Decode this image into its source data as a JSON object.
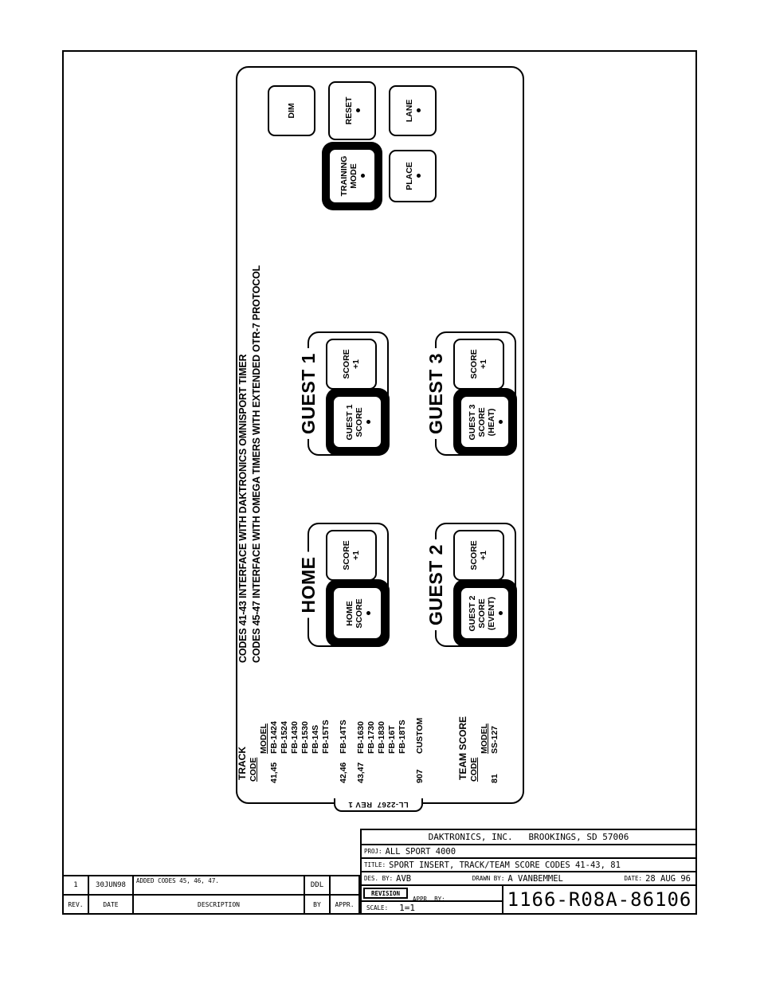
{
  "colors": {
    "ink": "#000000",
    "paper": "#ffffff"
  },
  "insert": {
    "part_number": "LL-2267  REV 1",
    "notes": [
      "CODES 41-43 INTERFACE WITH DAKTRONICS OMNISPORT TIMER",
      "CODES 45-47 INTERFACE WITH OMEGA TIMERS WITH EXTENDED OTR-7 PROTOCOL"
    ],
    "keys": {
      "dim": "DIM",
      "reset": "RESET",
      "lane": "LANE",
      "training_mode": "TRAINING\nMODE",
      "place": "PLACE"
    },
    "groups": [
      {
        "name": "HOME",
        "score_key": "HOME\nSCORE",
        "plus_key": "SCORE\n+1"
      },
      {
        "name": "GUEST 1",
        "score_key": "GUEST 1\nSCORE",
        "plus_key": "SCORE\n+1"
      },
      {
        "name": "GUEST 2",
        "score_key": "GUEST 2\nSCORE\n(EVENT)",
        "plus_key": "SCORE\n+1"
      },
      {
        "name": "GUEST 3",
        "score_key": "GUEST 3\nSCORE\n(HEAT)",
        "plus_key": "SCORE\n+1"
      }
    ],
    "track_table": {
      "title": "TRACK",
      "col_headers": [
        "CODE",
        "MODEL"
      ],
      "rows": [
        {
          "code": "41,45",
          "model": "FB-1424",
          "gap": false
        },
        {
          "code": "",
          "model": "FB-1524",
          "gap": false
        },
        {
          "code": "",
          "model": "FB-1430",
          "gap": false
        },
        {
          "code": "",
          "model": "FB-1530",
          "gap": false
        },
        {
          "code": "",
          "model": "FB-14S",
          "gap": false
        },
        {
          "code": "",
          "model": "FB-15TS",
          "gap": false
        },
        {
          "code": "42,46",
          "model": "FB-14TS",
          "gap": true
        },
        {
          "code": "43,47",
          "model": "FB-1630",
          "gap": true
        },
        {
          "code": "",
          "model": "FB-1730",
          "gap": false
        },
        {
          "code": "",
          "model": "FB-1830",
          "gap": false
        },
        {
          "code": "",
          "model": "FB-16T",
          "gap": false
        },
        {
          "code": "",
          "model": "FB-18TS",
          "gap": false
        },
        {
          "code": "907",
          "model": "CUSTOM",
          "gap": true
        }
      ]
    },
    "team_table": {
      "title": "TEAM SCORE",
      "col_headers": [
        "CODE",
        "MODEL"
      ],
      "rows": [
        {
          "code": "81",
          "model": "SS-127",
          "gap": false
        }
      ]
    }
  },
  "title_block": {
    "company": "DAKTRONICS, INC.   BROOKINGS, SD 57006",
    "proj_label": "PROJ:",
    "proj": "ALL SPORT 4000",
    "title_label": "TITLE:",
    "title": "SPORT INSERT, TRACK/TEAM SCORE CODES 41-43, 81",
    "des_by_label": "DES. BY:",
    "des_by": "AVB",
    "drawn_by_label": "DRAWN BY:",
    "drawn_by": "A VANBEMMEL",
    "date_label": "DATE:",
    "date": "28 AUG 96",
    "revision_label": "REVISION",
    "appr_by_label": "APPR. BY:",
    "scale_label": "SCALE:",
    "scale": "1=1",
    "drawing_number": "1166-R08A-86106"
  },
  "revision_table": {
    "headers": [
      "REV.",
      "DATE",
      "DESCRIPTION",
      "BY",
      "APPR."
    ],
    "rows": [
      {
        "rev": "1",
        "date": "30JUN98",
        "description": "ADDED CODES 45, 46, 47.",
        "by": "DDL",
        "appr": ""
      }
    ]
  }
}
